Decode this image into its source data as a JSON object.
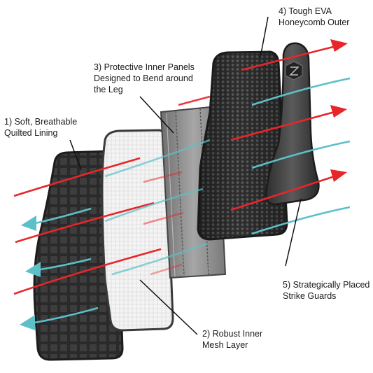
{
  "labels": [
    {
      "id": "lbl1",
      "lines": [
        "1) Soft, Breathable",
        "Quilted Lining"
      ]
    },
    {
      "id": "lbl2",
      "lines": [
        "2) Robust Inner",
        "Mesh Layer"
      ]
    },
    {
      "id": "lbl3",
      "lines": [
        "3) Protective Inner Panels",
        "Designed to Bend around",
        "the Leg"
      ]
    },
    {
      "id": "lbl4",
      "lines": [
        "4) Tough EVA",
        "Honeycomb Outer"
      ]
    },
    {
      "id": "lbl5",
      "lines": [
        "5) Strategically Placed",
        "Strike Guards"
      ]
    }
  ],
  "colors": {
    "heat_arrow": "#e8262a",
    "airflow_arrow": "#5cc0c8",
    "lining": "#2b2b2b",
    "mesh": "#f2f2f2",
    "panel": "#8f8f8f",
    "outer": "#3a3a3a",
    "guard": "#3c3c3c"
  },
  "icons": [
    "heat-out-arrow-icon",
    "airflow-in-arrow-icon",
    "brand-logo-icon"
  ]
}
